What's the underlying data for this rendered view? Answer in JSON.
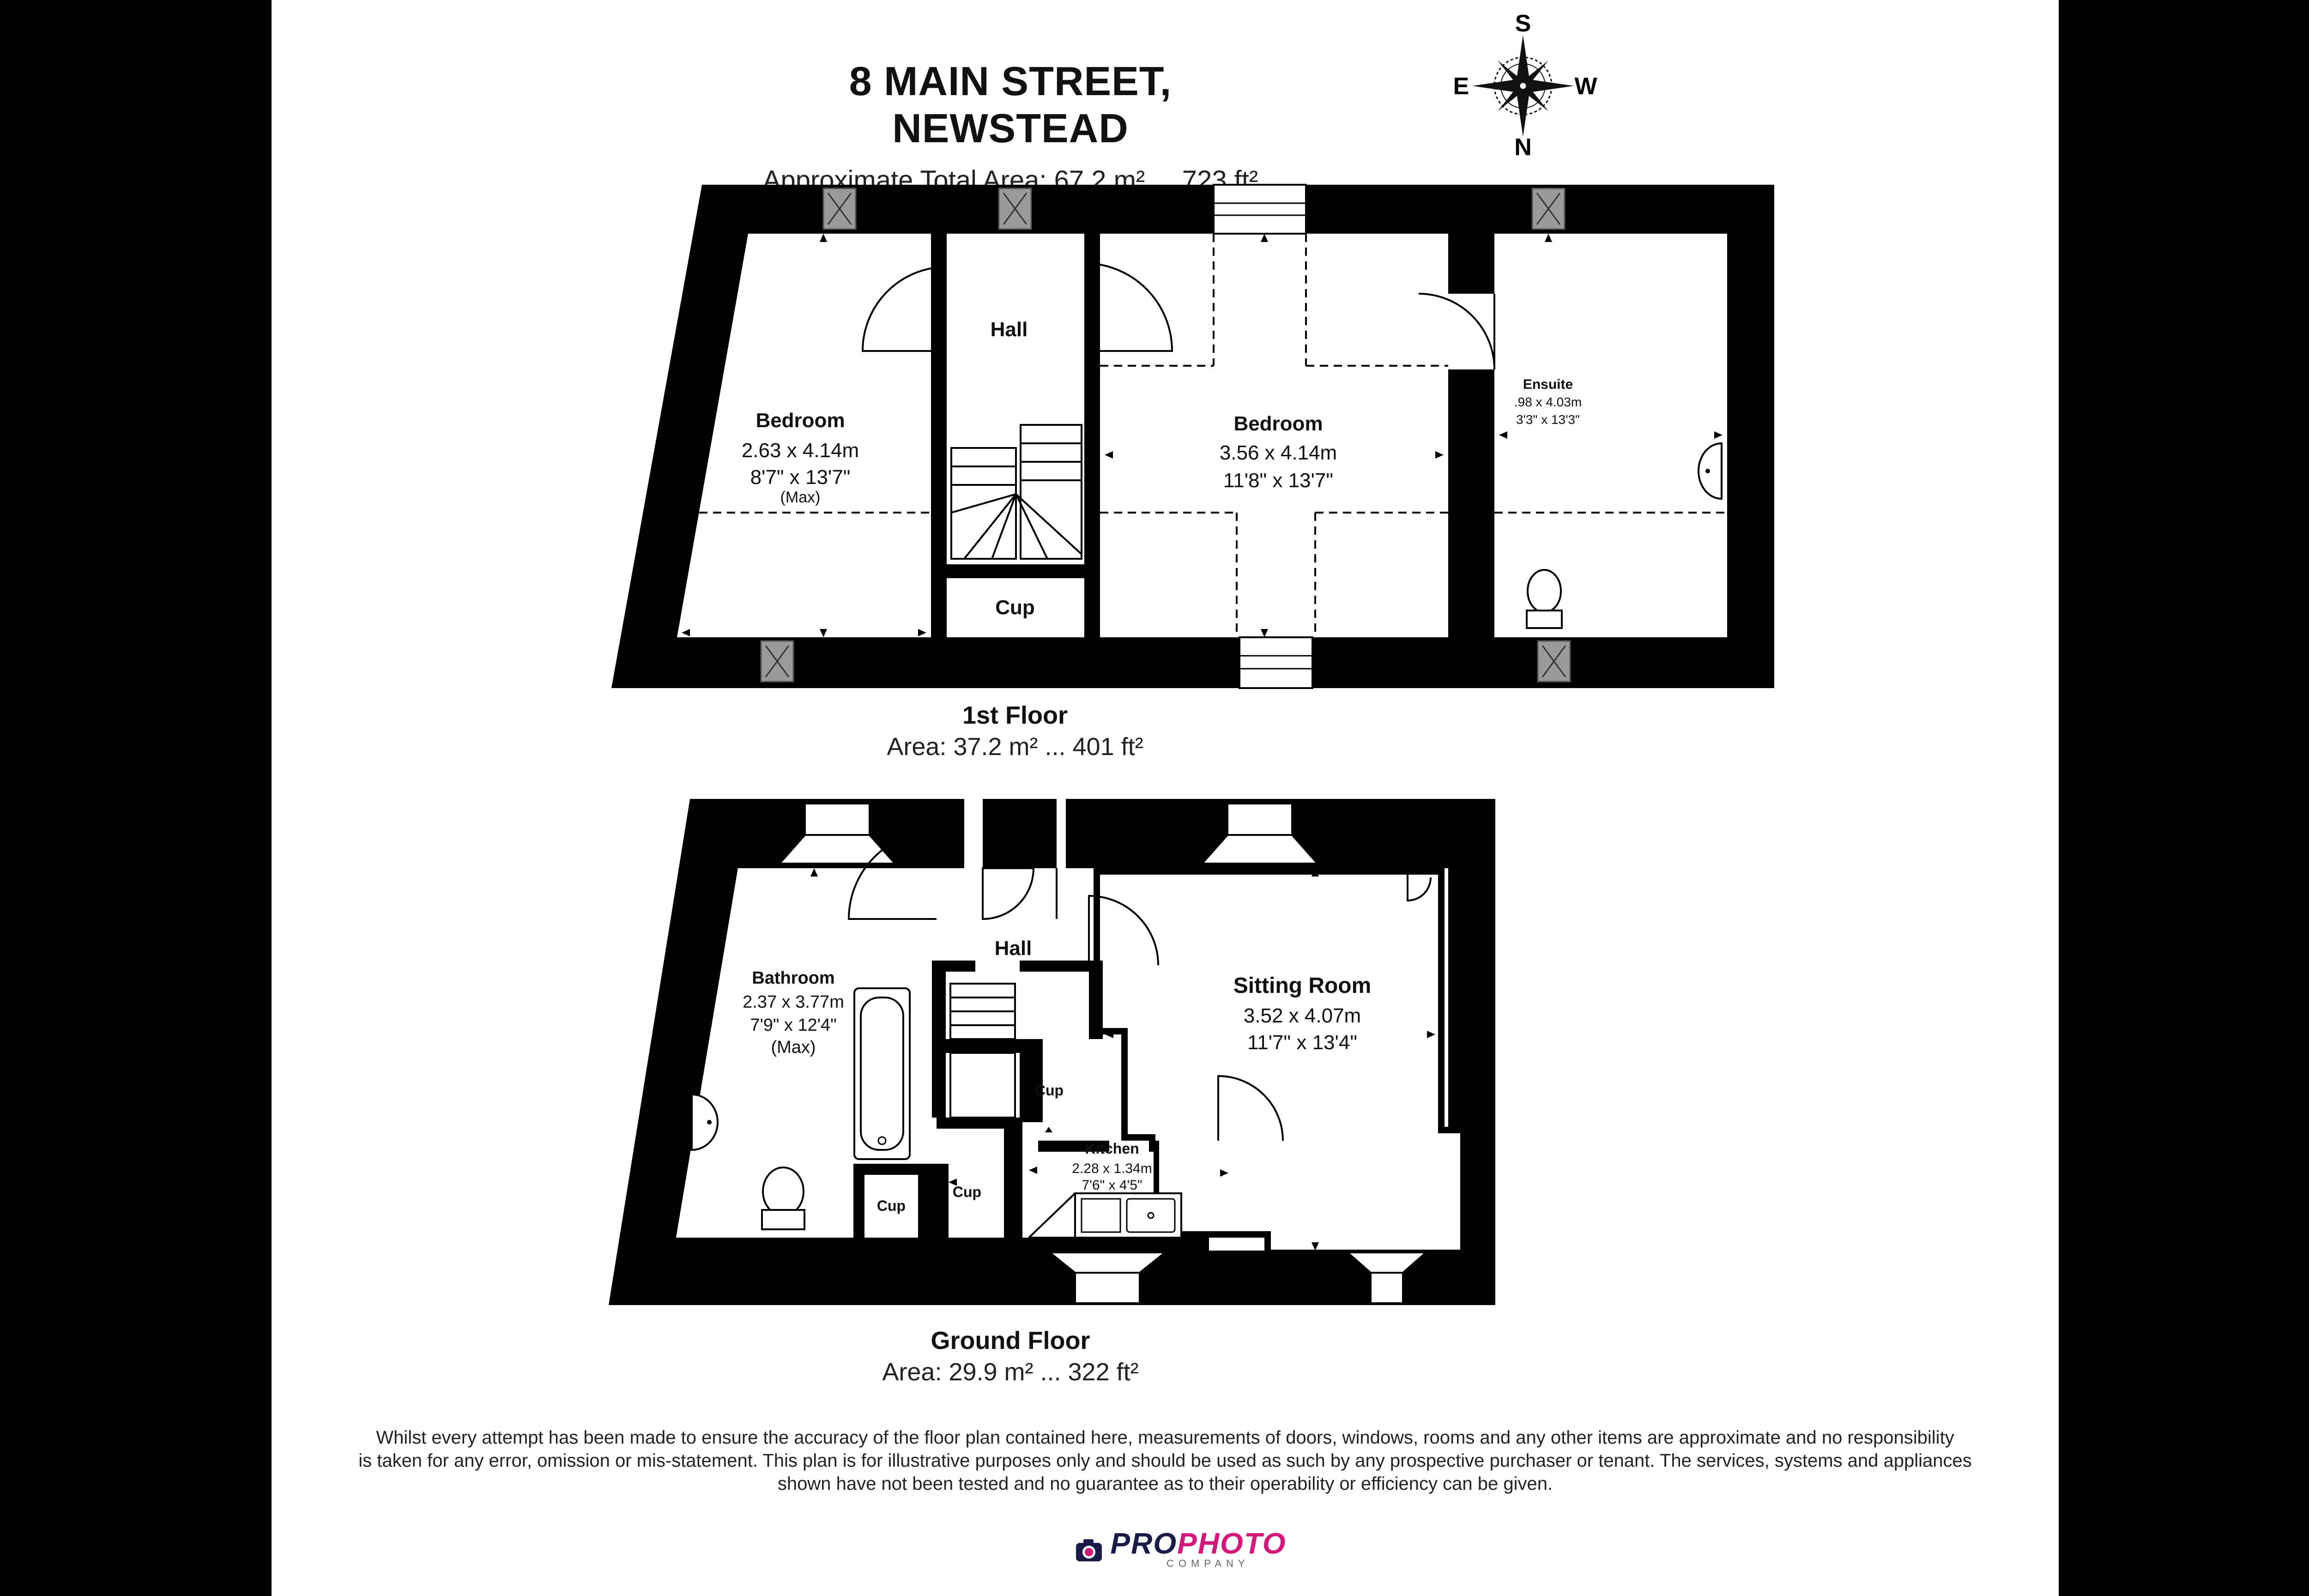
{
  "header": {
    "title": "8 MAIN STREET, NEWSTEAD",
    "total_area": "Approximate Total Area: 67.2 m² ... 723 ft²"
  },
  "compass": {
    "north": "N",
    "south": "S",
    "east": "E",
    "west": "W"
  },
  "first_floor": {
    "name": "1st Floor",
    "area": "Area: 37.2 m² ... 401 ft²",
    "rooms": [
      {
        "label": "Bedroom",
        "dims_m": "2.63 x 4.14m",
        "dims_ft": "8'7\" x 13'7\"",
        "note": "(Max)"
      },
      {
        "label": "Hall"
      },
      {
        "label": "Cup"
      },
      {
        "label": "Bedroom",
        "dims_m": "3.56 x 4.14m",
        "dims_ft": "11'8\" x 13'7\""
      },
      {
        "label": "Ensuite",
        "dims_m": ".98 x 4.03m",
        "dims_ft": "3'3\" x 13'3\""
      }
    ]
  },
  "ground_floor": {
    "name": "Ground Floor",
    "area": "Area: 29.9 m² ... 322 ft²",
    "rooms": [
      {
        "label": "Bathroom",
        "dims_m": "2.37 x 3.77m",
        "dims_ft": "7'9\" x 12'4\"",
        "note": "(Max)"
      },
      {
        "label": "Hall"
      },
      {
        "label": "Sitting Room",
        "dims_m": "3.52 x 4.07m",
        "dims_ft": "11'7\" x 13'4\""
      },
      {
        "label": "Cup"
      },
      {
        "label": "Cup"
      },
      {
        "label": "Cup"
      },
      {
        "label": "Kitchen",
        "dims_m": "2.28 x 1.34m",
        "dims_ft": "7'6\" x 4'5\""
      }
    ]
  },
  "disclaimer": [
    "Whilst every attempt has been made to ensure the accuracy of the floor plan contained here, measurements of doors, windows, rooms and any other items are approximate and no responsibility",
    "is taken for any error, omission or mis-statement. This plan is for illustrative purposes only and should be used as such by any prospective purchaser or tenant. The services, systems and appliances",
    "shown have not been tested and no guarantee as to their operability or efficiency can be given."
  ],
  "logo": {
    "pro": "PRO",
    "photo": "PHOTO",
    "company": "COMPANY"
  },
  "colors": {
    "wall": "#000000",
    "background": "#ffffff",
    "window": "#9a9a9a",
    "logo_pink": "#d4177b",
    "logo_navy": "#1b1b4a"
  }
}
